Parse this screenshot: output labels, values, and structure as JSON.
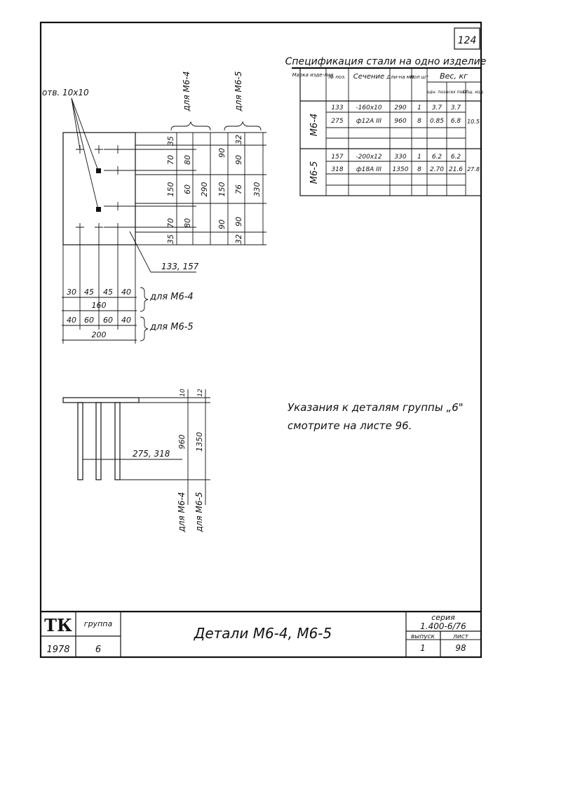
{
  "sheet_number": "124",
  "spec": {
    "title": "Спецификация стали на одно изделие",
    "headers": {
      "mark": "Марка изде-лия",
      "pos": "№ поз.",
      "section": "Сечение",
      "length": "Дли-на мм",
      "qty": "Кол шт",
      "weight": "Вес, кг",
      "w_one": "одн. поз.",
      "w_all": "всех поз.",
      "w_total": "Общ. изд."
    },
    "groups": [
      {
        "mark": "М6-4",
        "total": "10.5",
        "rows": [
          {
            "pos": "133",
            "section": "-160x10",
            "length": "290",
            "qty": "1",
            "w_one": "3.7",
            "w_all": "3.7"
          },
          {
            "pos": "275",
            "section": "ф12А III",
            "length": "960",
            "qty": "8",
            "w_one": "0.85",
            "w_all": "6.8"
          }
        ]
      },
      {
        "mark": "М6-5",
        "total": "27.8",
        "rows": [
          {
            "pos": "157",
            "section": "-200x12",
            "length": "330",
            "qty": "1",
            "w_one": "6.2",
            "w_all": "6.2"
          },
          {
            "pos": "318",
            "section": "ф18А III",
            "length": "1350",
            "qty": "8",
            "w_one": "2.70",
            "w_all": "21.6"
          }
        ]
      }
    ]
  },
  "plan": {
    "hole_label": "отв. 10x10",
    "label_m64": "для М6-4",
    "label_m65": "для М6-5",
    "right_dims_m64": [
      "35",
      "70",
      "80",
      "150",
      "60",
      "70",
      "80",
      "35"
    ],
    "total_m64": "290",
    "right_dims_m65": [
      "32",
      "90",
      "90",
      "150",
      "76",
      "90",
      "90",
      "32"
    ],
    "total_m65": "330",
    "pos_plate": "133, 157",
    "bottom_dims_m64": [
      "30",
      "45",
      "45",
      "40"
    ],
    "width_m64": "160",
    "bottom_dims_m65": [
      "40",
      "60",
      "60",
      "40"
    ],
    "width_m65": "200"
  },
  "elevation": {
    "plate_t_m64": "10",
    "plate_t_m65": "12",
    "len_m64": "960",
    "len_m65": "1350",
    "pos_bars": "275, 318",
    "label_m64": "для М6-4",
    "label_m65": "для М6-5"
  },
  "note": {
    "line1": "Указания к деталям группы „6\"",
    "line2": "смотрите на листе 96."
  },
  "title_block": {
    "tk": "ТК",
    "group_label": "группа",
    "group": "6",
    "year": "1978",
    "title": "Детали М6-4, М6-5",
    "series_label": "серия",
    "series": "1.400-6/76",
    "issue_label": "выпуск",
    "issue": "1",
    "sheet_label": "лист",
    "sheet": "98"
  }
}
